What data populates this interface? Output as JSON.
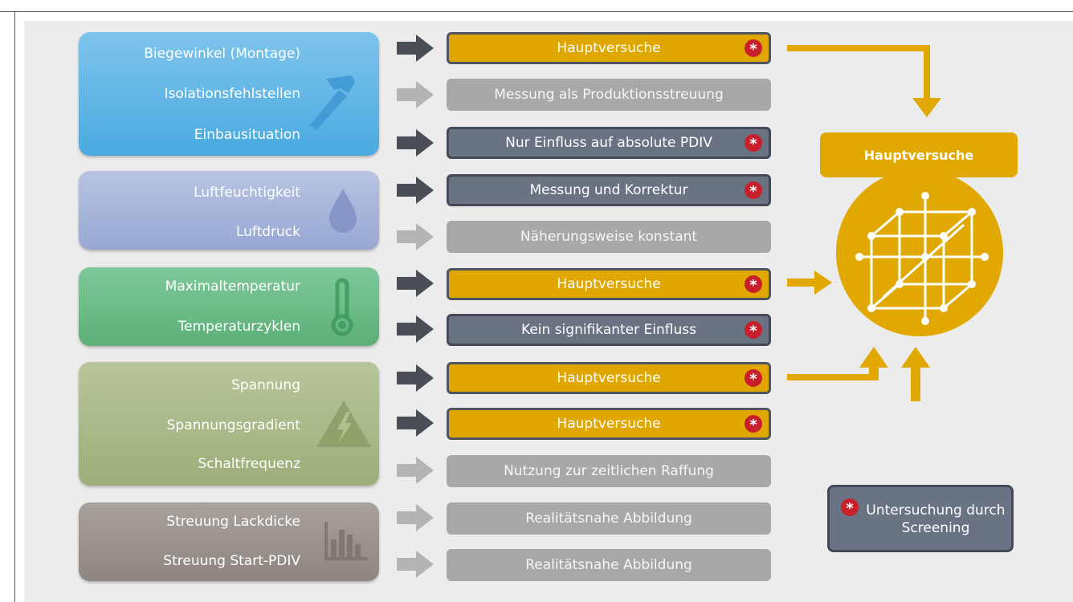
{
  "groups": [
    {
      "id": "mechanical",
      "icon": "hammer-icon",
      "color": "#5ab4e6",
      "factors": [
        "Biegewinkel (Montage)",
        "Isolationsfehlstellen",
        "Einbausituation"
      ]
    },
    {
      "id": "air",
      "icon": "water-drop-icon",
      "color": "#a5b3d9",
      "factors": [
        "Luftfeuchtigkeit",
        "Luftdruck"
      ]
    },
    {
      "id": "thermal",
      "icon": "thermometer-icon",
      "color": "#6cbd86",
      "factors": [
        "Maximaltemperatur",
        "Temperaturzyklen"
      ]
    },
    {
      "id": "electrical",
      "icon": "high-voltage-icon",
      "color": "#a9b887",
      "factors": [
        "Spannung",
        "Spannungsgradient",
        "Schaltfrequenz"
      ]
    },
    {
      "id": "statistical",
      "icon": "bar-chart-icon",
      "color": "#9a928c",
      "factors": [
        "Streuung Lackdicke",
        "Streuung Start-PDIV"
      ]
    }
  ],
  "outcomes": [
    {
      "label": "Hauptversuche",
      "style": "gold",
      "screening": true
    },
    {
      "label": "Messung als Produktionsstreuung",
      "style": "light",
      "screening": false
    },
    {
      "label": "Nur Einfluss auf absolute PDIV",
      "style": "dark",
      "screening": true
    },
    {
      "label": "Messung und Korrektur",
      "style": "dark",
      "screening": true
    },
    {
      "label": "Näherungsweise konstant",
      "style": "light",
      "screening": false
    },
    {
      "label": "Hauptversuche",
      "style": "gold",
      "screening": true
    },
    {
      "label": "Kein signifikanter Einfluss",
      "style": "dark",
      "screening": true
    },
    {
      "label": "Hauptversuche",
      "style": "gold",
      "screening": true
    },
    {
      "label": "Hauptversuche",
      "style": "gold",
      "screening": true
    },
    {
      "label": "Nutzung zur zeitlichen Raffung",
      "style": "light",
      "screening": false
    },
    {
      "label": "Realitätsnahe Abbildung",
      "style": "light",
      "screening": false
    },
    {
      "label": "Realitätsnahe Abbildung",
      "style": "light",
      "screening": false
    }
  ],
  "main_experiments": {
    "title": "Hauptversuche",
    "icon": "cube-grid-icon"
  },
  "legend": {
    "symbol": "*",
    "text": "Untersuchung durch Screening"
  },
  "colors": {
    "gold": "#e0a800",
    "dark": "#6a7384",
    "light": "#a8a8a8",
    "star": "#c7202b",
    "arrow_dark": "#4a4f57",
    "arrow_light": "#b4b4b4"
  }
}
